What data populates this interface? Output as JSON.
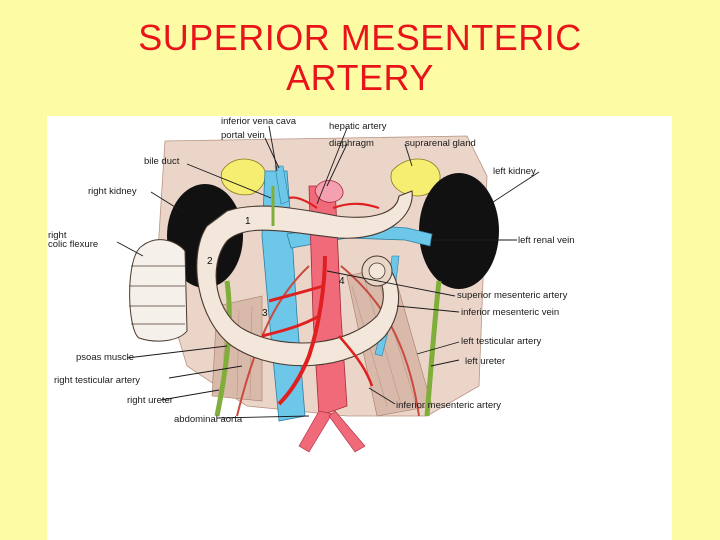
{
  "title": {
    "line1": "SUPERIOR MESENTERIC",
    "line2": "ARTERY"
  },
  "labels": {
    "inferior_vena_cava": "inferior vena cava",
    "portal_vein": "portal vein",
    "hepatic_artery": "hepatic artery",
    "diaphragm": "diaphragm",
    "suprarenal_gland": "suprarenal gland",
    "bile_duct": "bile duct",
    "right_kidney": "right kidney",
    "left_kidney": "left kidney",
    "right_colic_flexure_1": "right",
    "right_colic_flexure_2": "colic flexure",
    "left_renal_vein": "left renal vein",
    "superior_mesenteric_artery": "superior mesenteric artery",
    "inferior_mesenteric_vein": "inferior mesenteric vein",
    "left_testicular_artery": "left testicular artery",
    "left_ureter": "left ureter",
    "psoas_muscle": "psoas muscle",
    "right_testicular_artery": "right testicular artery",
    "right_ureter": "right ureter",
    "inferior_mesenteric_artery": "inferior mesenteric artery",
    "abdominal_aorta": "abdominal aorta"
  },
  "duodenum_parts": [
    "1",
    "2",
    "3",
    "4"
  ],
  "colors": {
    "background": "#fdfba4",
    "title": "#e8141a",
    "panel": "#ffffff",
    "artery": "#e02020",
    "vein": "#6cc7e8",
    "kidney": "#111111",
    "gland": "#f6ee70",
    "ureter": "#7fae3a",
    "bowel": "#f3e6da",
    "tissue": "#e9d2c4"
  }
}
